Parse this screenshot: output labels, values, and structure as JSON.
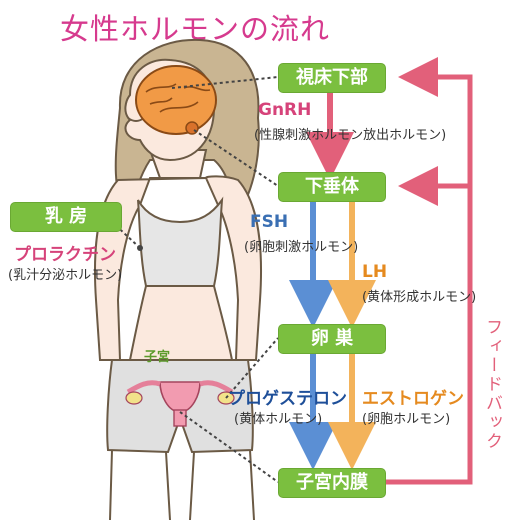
{
  "title": "女性ホルモンの流れ",
  "organs": {
    "hypothalamus": "視床下部",
    "pituitary": "下垂体",
    "ovary": "卵 巣",
    "endometrium": "子宮内膜",
    "breast": "乳 房",
    "uterus": "子宮"
  },
  "hormones": {
    "gnrh": {
      "name": "GnRH",
      "desc": "(性腺刺激ホルモン放出ホルモン)"
    },
    "fsh": {
      "name": "FSH",
      "desc": "(卵胞刺激ホルモン)"
    },
    "lh": {
      "name": "LH",
      "desc": "(黄体形成ホルモン)"
    },
    "progesterone": {
      "name": "プロゲステロン",
      "desc": "(黄体ホルモン)"
    },
    "estrogen": {
      "name": "エストロゲン",
      "desc": "(卵胞ホルモン)"
    },
    "prolactin": {
      "name": "プロラクチン",
      "desc": "(乳汁分泌ホルモン)"
    }
  },
  "feedback_label": "フィードバック",
  "colors": {
    "title": "#d63a8e",
    "organ_box": "#7bbf3f",
    "gnrh": "#d6437a",
    "fsh": "#3a6fb3",
    "lh": "#e58a1f",
    "progesterone": "#1e4f99",
    "estrogen": "#e58a1f",
    "feedback": "#e2607a"
  }
}
